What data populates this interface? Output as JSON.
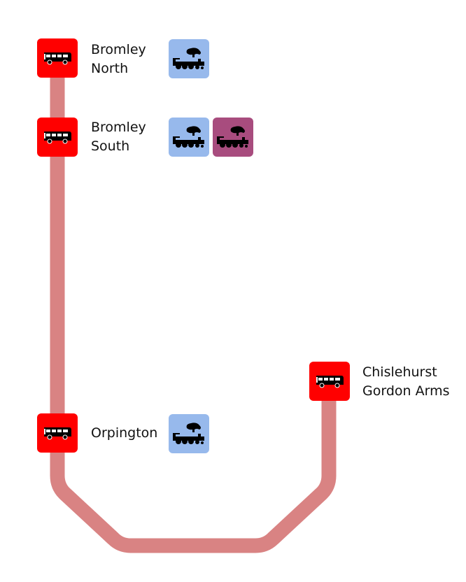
{
  "title": "Bus route map",
  "route": {
    "line_color": "#d98383"
  },
  "colors": {
    "bus_stop": "#ff0000",
    "rail_national": "#97b9ec",
    "rail_other": "#a84c7e"
  },
  "stops": [
    {
      "name_lines": [
        "Bromley",
        "North"
      ],
      "icon": "bus-icon",
      "interchanges": [
        {
          "type": "national-rail",
          "icon": "steam-train-icon",
          "color_key": "rail_national"
        }
      ]
    },
    {
      "name_lines": [
        "Bromley",
        "South"
      ],
      "icon": "bus-icon",
      "interchanges": [
        {
          "type": "national-rail",
          "icon": "steam-train-icon",
          "color_key": "rail_national"
        },
        {
          "type": "other-rail",
          "icon": "steam-train-icon",
          "color_key": "rail_other"
        }
      ]
    },
    {
      "name_lines": [
        "Orpington"
      ],
      "icon": "bus-icon",
      "interchanges": [
        {
          "type": "national-rail",
          "icon": "steam-train-icon",
          "color_key": "rail_national"
        }
      ]
    },
    {
      "name_lines": [
        "Chislehurst",
        "Gordon Arms"
      ],
      "icon": "bus-icon",
      "interchanges": []
    }
  ]
}
